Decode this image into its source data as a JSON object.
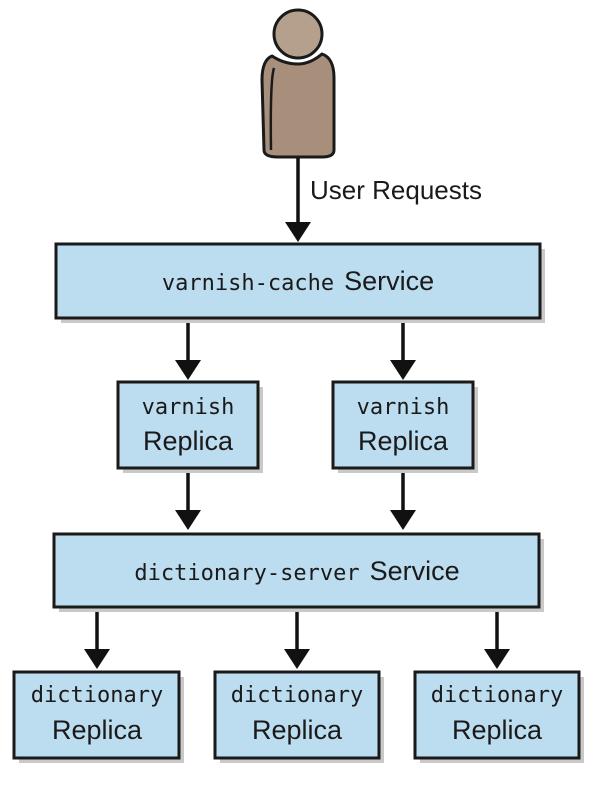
{
  "user": {
    "label": "User Requests"
  },
  "varnish_service": {
    "name": "varnish-cache",
    "suffix": "Service"
  },
  "varnish_replicas": [
    {
      "name": "varnish",
      "suffix": "Replica"
    },
    {
      "name": "varnish",
      "suffix": "Replica"
    }
  ],
  "dictionary_service": {
    "name": "dictionary-server",
    "suffix": "Service"
  },
  "dictionary_replicas": [
    {
      "name": "dictionary",
      "suffix": "Replica"
    },
    {
      "name": "dictionary",
      "suffix": "Replica"
    },
    {
      "name": "dictionary",
      "suffix": "Replica"
    }
  ],
  "colors": {
    "box_fill": "#bcdcef",
    "user_fill": "#a88f7c"
  }
}
